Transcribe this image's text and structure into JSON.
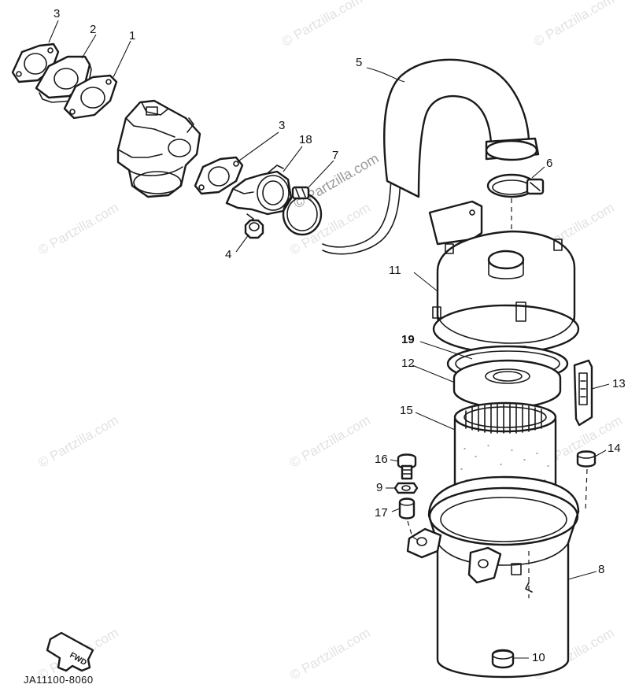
{
  "diagram": {
    "watermark_text": "© Partzilla.com",
    "drawing_code": "JA11100-8060",
    "fwd_arrow_label": "FWD",
    "callouts": [
      {
        "id": "c3a",
        "text": "3"
      },
      {
        "id": "c2",
        "text": "2"
      },
      {
        "id": "c1",
        "text": "1"
      },
      {
        "id": "c5",
        "text": "5"
      },
      {
        "id": "c3b",
        "text": "3"
      },
      {
        "id": "c18",
        "text": "18"
      },
      {
        "id": "c7",
        "text": "7"
      },
      {
        "id": "c6",
        "text": "6"
      },
      {
        "id": "c4",
        "text": "4"
      },
      {
        "id": "c11",
        "text": "11"
      },
      {
        "id": "c19",
        "text": "19"
      },
      {
        "id": "c12",
        "text": "12"
      },
      {
        "id": "c13",
        "text": "13"
      },
      {
        "id": "c15",
        "text": "15"
      },
      {
        "id": "c16",
        "text": "16"
      },
      {
        "id": "c14",
        "text": "14"
      },
      {
        "id": "c9",
        "text": "9"
      },
      {
        "id": "c17",
        "text": "17"
      },
      {
        "id": "c8",
        "text": "8"
      },
      {
        "id": "c10",
        "text": "10"
      }
    ]
  }
}
